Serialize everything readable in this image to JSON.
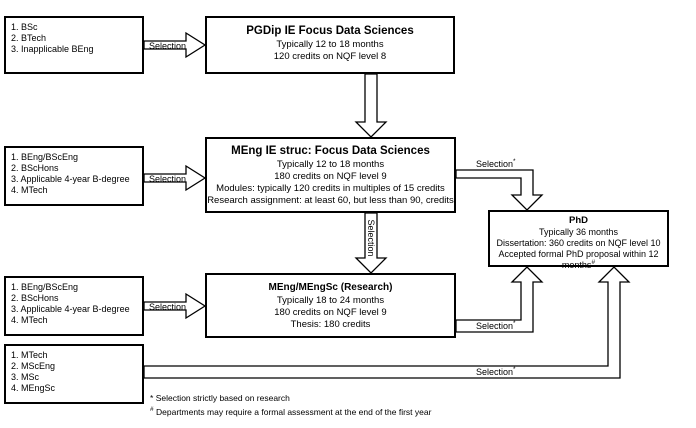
{
  "boxes": {
    "in1": {
      "items": [
        "1. BSc",
        "2. BTech",
        "3. Inapplicable BEng"
      ]
    },
    "in2": {
      "items": [
        "1. BEng/BScEng",
        "2. BScHons",
        "3. Applicable 4-year B-degree",
        "4. MTech"
      ]
    },
    "in3": {
      "items": [
        "1. BEng/BScEng",
        "2. BScHons",
        "3. Applicable 4-year B-degree",
        "4. MTech"
      ]
    },
    "in4": {
      "items": [
        "1. MTech",
        "2. MScEng",
        "3. MSc",
        "4. MEngSc"
      ]
    },
    "pgdip": {
      "title": "PGDip IE Focus Data Sciences",
      "lines": [
        "Typically 12 to 18 months",
        "120 credits on NQF level 8"
      ]
    },
    "meng": {
      "title": "MEng IE struc:  Focus Data Sciences",
      "lines": [
        "Typically 12 to 18 months",
        "180 credits on NQF level 9",
        "Modules: typically 120 credits in multiples of 15 credits",
        "Research assignment: at least 60, but less than 90, credits"
      ]
    },
    "research": {
      "title": "MEng/MEngSc (Research)",
      "lines": [
        "Typically 18 to 24 months",
        "180 credits on NQF level 9",
        "Thesis: 180 credits"
      ]
    },
    "phd": {
      "title": "PhD",
      "lines": [
        "Typically 36 months",
        "Dissertation: 360 credits on NQF level 10",
        "Accepted formal PhD proposal within 12",
        "months"
      ],
      "last_mark": "#"
    }
  },
  "labels": {
    "sel1": "Selection",
    "sel2": "Selection",
    "sel3": "Selection",
    "sel_vertical": "Selection",
    "sel_meng_phd": "Selection",
    "sel_research_phd": "Selection",
    "sel_bottom": "Selection",
    "asterisk": "*"
  },
  "notes": {
    "note1_mark": "*",
    "note1": "Selection strictly based on research",
    "note2_mark": "#",
    "note2": "Departments  may require a formal assessment at the end of the first year"
  }
}
